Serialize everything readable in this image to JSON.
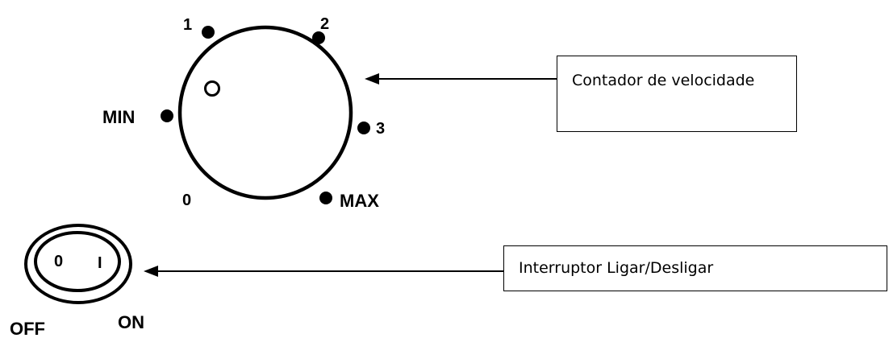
{
  "dial": {
    "marks": {
      "one": "1",
      "two": "2",
      "three": "3",
      "min": "MIN",
      "max": "MAX",
      "zero": "0"
    }
  },
  "switch": {
    "inner_off": "0",
    "inner_on": "I",
    "off_label": "OFF",
    "on_label": "ON"
  },
  "callouts": {
    "dial_text": "Contador de velocidade",
    "switch_text": "Interruptor Ligar/Desligar"
  }
}
